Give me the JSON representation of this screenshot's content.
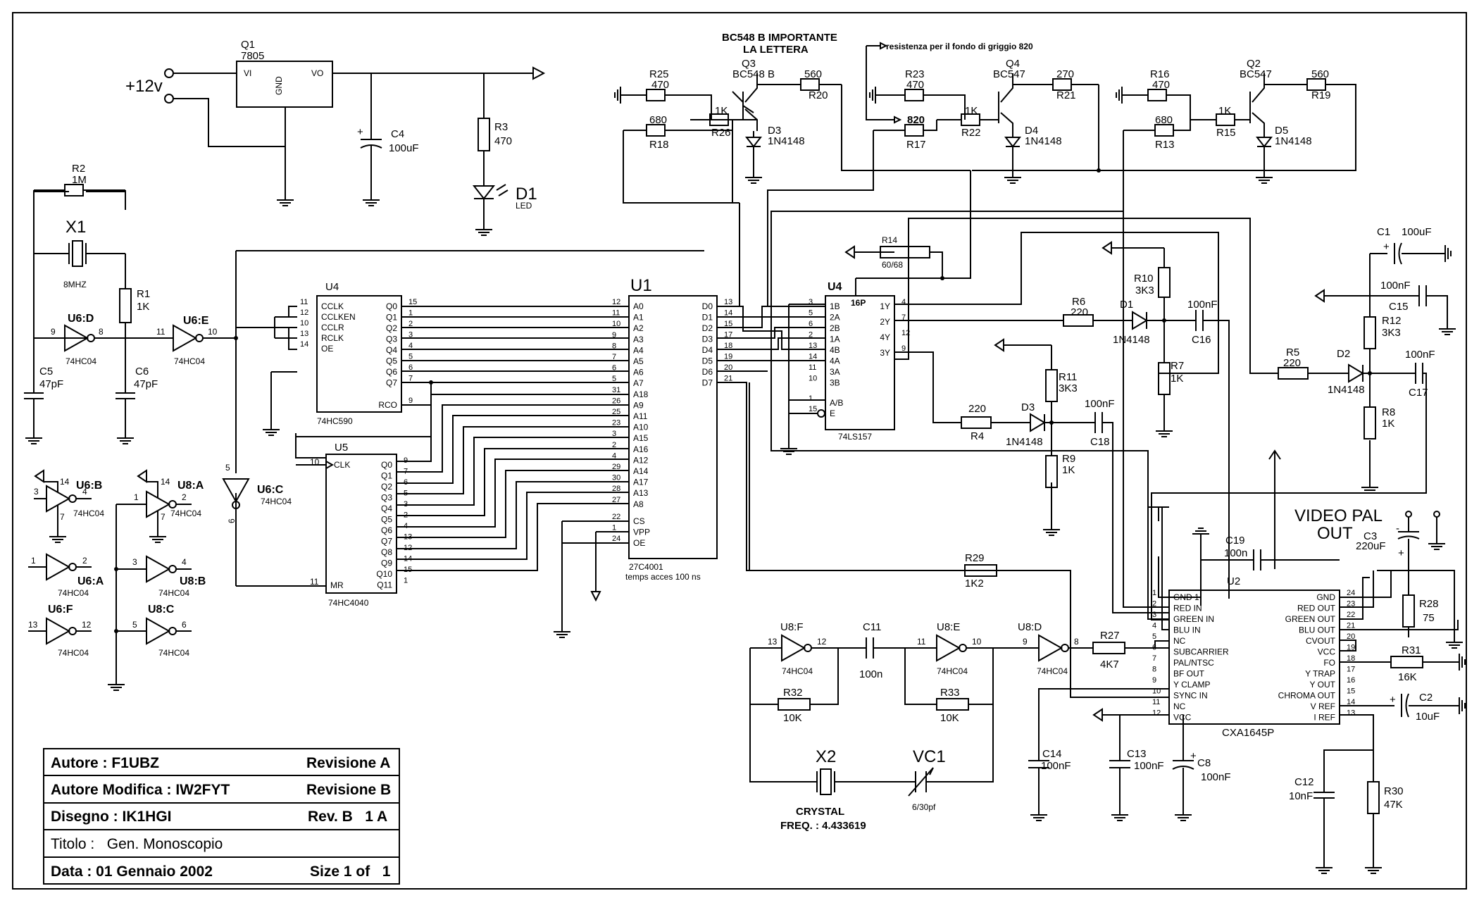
{
  "title_block": {
    "author": "Autore : F1UBZ",
    "rev_a": "Revisione A",
    "modifier": "Autore Modifica : IW2FYT",
    "rev_b": "Revisione B",
    "drawing": "Disegno : IK1HGI",
    "rev_b_1a": "Rev. B   1 A",
    "title": "Titolo :   Gen. Monoscopio",
    "date": "Data : 01 Gennaio 2002",
    "size": "Size 1 of   1"
  },
  "notes": {
    "bc548_line1": "BC548 B IMPORTANTE",
    "bc548_line2": "LA LETTERA",
    "grey": "resistenza per il fondo di griggio 820",
    "video_line1": "VIDEO PAL",
    "video_line2": "OUT",
    "supply": "+12v",
    "access": "temps acces 100 ns",
    "crystal": "CRYSTAL",
    "freq": "FREQ. : 4.433619"
  },
  "components": {
    "Q1": {
      "ref": "Q1",
      "value": "7805",
      "vi": "VI",
      "vo": "VO",
      "gnd": "GND"
    },
    "C4": {
      "ref": "C4",
      "value": "100uF"
    },
    "R3": {
      "ref": "R3",
      "value": "470"
    },
    "D1": {
      "ref": "D1",
      "value": "LED"
    },
    "R2": {
      "ref": "R2",
      "value": "1M"
    },
    "X1": {
      "ref": "X1",
      "value": "8MHZ"
    },
    "R1": {
      "ref": "R1",
      "value": "1K"
    },
    "C5": {
      "ref": "C5",
      "value": "47pF"
    },
    "C6": {
      "ref": "C6",
      "value": "47pF"
    },
    "R25": {
      "ref": "R25",
      "value": "470"
    },
    "R18": {
      "ref": "R18",
      "value": "680"
    },
    "R26": {
      "ref": "R26",
      "value": "1K"
    },
    "Q3": {
      "ref": "Q3",
      "value": "BC548 B"
    },
    "R20": {
      "ref": "R20",
      "value": "560"
    },
    "D3top": {
      "ref": "D3",
      "value": "1N4148"
    },
    "R23": {
      "ref": "R23",
      "value": "470"
    },
    "R17": {
      "ref": "R17",
      "value": "820"
    },
    "R22": {
      "ref": "R22",
      "value": "1K"
    },
    "Q4": {
      "ref": "Q4",
      "value": "BC547"
    },
    "R21": {
      "ref": "R21",
      "value": "270"
    },
    "D4": {
      "ref": "D4",
      "value": "1N4148"
    },
    "R16": {
      "ref": "R16",
      "value": "470"
    },
    "R13": {
      "ref": "R13",
      "value": "680"
    },
    "R15": {
      "ref": "R15",
      "value": "1K"
    },
    "Q2": {
      "ref": "Q2",
      "value": "BC547"
    },
    "R19": {
      "ref": "R19",
      "value": "560"
    },
    "D5": {
      "ref": "D5",
      "value": "1N4148"
    },
    "R14": {
      "ref": "R14",
      "value": "60/68"
    },
    "R10": {
      "ref": "R10",
      "value": "3K3"
    },
    "R6": {
      "ref": "R6",
      "value": "220"
    },
    "D1b": {
      "ref": "D1",
      "value": "1N4148"
    },
    "C16": {
      "ref": "C16",
      "value": "100nF"
    },
    "R7": {
      "ref": "R7",
      "value": "1K"
    },
    "R11": {
      "ref": "R11",
      "value": "3K3"
    },
    "R4": {
      "ref": "R4",
      "value": "220"
    },
    "D3b": {
      "ref": "D3",
      "value": "1N4148"
    },
    "C18": {
      "ref": "C18",
      "value": "100nF"
    },
    "R9": {
      "ref": "R9",
      "value": "1K"
    },
    "C1": {
      "ref": "C1",
      "value": "100uF"
    },
    "C15": {
      "ref": "C15",
      "value": "100nF"
    },
    "R12": {
      "ref": "R12",
      "value": "3K3"
    },
    "R5": {
      "ref": "R5",
      "value": "220"
    },
    "D2": {
      "ref": "D2",
      "value": "1N4148"
    },
    "C17": {
      "ref": "C17",
      "value": "100nF"
    },
    "R8": {
      "ref": "R8",
      "value": "1K"
    },
    "C3": {
      "ref": "C3",
      "value": "220uF"
    },
    "C19": {
      "ref": "C19",
      "value": "100n"
    },
    "R28": {
      "ref": "R28",
      "value": "75"
    },
    "R29": {
      "ref": "R29",
      "value": "1K2"
    },
    "R27": {
      "ref": "R27",
      "value": "4K7"
    },
    "R31": {
      "ref": "R31",
      "value": "16K"
    },
    "C2": {
      "ref": "C2",
      "value": "10uF"
    },
    "C11": {
      "ref": "C11",
      "value": "100n"
    },
    "R32": {
      "ref": "R32",
      "value": "10K"
    },
    "R33": {
      "ref": "R33",
      "value": "10K"
    },
    "X2": {
      "ref": "X2"
    },
    "VC1": {
      "ref": "VC1",
      "value": "6/30pf"
    },
    "C14": {
      "ref": "C14",
      "value": "100nF"
    },
    "C13": {
      "ref": "C13",
      "value": "100nF"
    },
    "C8": {
      "ref": "C8",
      "value": "100nF"
    },
    "C12": {
      "ref": "C12",
      "value": "10nF"
    },
    "R30": {
      "ref": "R30",
      "value": "47K"
    }
  },
  "gates": {
    "U6D": {
      "ref": "U6:D",
      "part": "74HC04",
      "in": "9",
      "out": "8"
    },
    "U6E": {
      "ref": "U6:E",
      "part": "74HC04",
      "in": "11",
      "out": "10"
    },
    "U6C": {
      "ref": "U6:C",
      "part": "74HC04",
      "in": "5",
      "out": "6"
    },
    "U6B": {
      "ref": "U6:B",
      "part": "74HC04",
      "in": "3",
      "out": "4",
      "vcc": "14",
      "gnd": "7"
    },
    "U6A": {
      "ref": "U6:A",
      "part": "74HC04",
      "in": "1",
      "out": "2"
    },
    "U6F": {
      "ref": "U6:F",
      "part": "74HC04",
      "in": "13",
      "out": "12"
    },
    "U8A": {
      "ref": "U8:A",
      "part": "74HC04",
      "in": "1",
      "out": "2",
      "vcc": "14",
      "gnd": "7"
    },
    "U8B": {
      "ref": "U8:B",
      "part": "74HC04",
      "in": "3",
      "out": "4"
    },
    "U8C": {
      "ref": "U8:C",
      "part": "74HC04",
      "in": "5",
      "out": "6"
    },
    "U8F": {
      "ref": "U8:F",
      "part": "74HC04",
      "in": "13",
      "out": "12"
    },
    "U8E": {
      "ref": "U8:E",
      "part": "74HC04",
      "in": "11",
      "out": "10"
    },
    "U8D": {
      "ref": "U8:D",
      "part": "74HC04",
      "in": "9",
      "out": "8"
    }
  },
  "ics": {
    "U4a": {
      "ref": "U4",
      "part": "74HC590",
      "left_pins": [
        "CCLK",
        "CCLKEN",
        "CCLR",
        "RCLK",
        "OE"
      ],
      "left_nums": [
        "11",
        "12",
        "10",
        "13",
        "14"
      ],
      "right_pins": [
        "Q0",
        "Q1",
        "Q2",
        "Q3",
        "Q4",
        "Q5",
        "Q6",
        "Q7",
        "RCO"
      ],
      "right_nums": [
        "15",
        "1",
        "2",
        "3",
        "4",
        "5",
        "6",
        "7",
        "9"
      ]
    },
    "U5": {
      "ref": "U5",
      "part": "74HC4040",
      "clk": "CLK",
      "clk_num": "10",
      "mr": "MR",
      "mr_num": "11",
      "right_pins": [
        "Q0",
        "Q1",
        "Q2",
        "Q3",
        "Q4",
        "Q5",
        "Q6",
        "Q7",
        "Q8",
        "Q9",
        "Q10",
        "Q11"
      ],
      "right_nums": [
        "9",
        "7",
        "6",
        "5",
        "3",
        "2",
        "4",
        "13",
        "12",
        "14",
        "15",
        "1"
      ]
    },
    "U1": {
      "ref": "U1",
      "part": "27C4001",
      "left_pins": [
        "A0",
        "A1",
        "A2",
        "A3",
        "A4",
        "A5",
        "A6",
        "A7",
        "A18",
        "A9",
        "A11",
        "A10",
        "A15",
        "A16",
        "A12",
        "A14",
        "A17",
        "A13",
        "A8",
        "CS",
        "VPP",
        "OE"
      ],
      "left_nums": [
        "12",
        "11",
        "10",
        "9",
        "8",
        "7",
        "6",
        "5",
        "31",
        "26",
        "25",
        "23",
        "3",
        "2",
        "4",
        "29",
        "30",
        "28",
        "27",
        "22",
        "1",
        "24"
      ],
      "right_pins": [
        "D0",
        "D1",
        "D2",
        "D3",
        "D4",
        "D5",
        "D6",
        "D7"
      ],
      "right_nums": [
        "13",
        "14",
        "15",
        "17",
        "18",
        "19",
        "20",
        "21"
      ]
    },
    "U4b": {
      "ref": "U4",
      "part": "74LS157",
      "note": "16P",
      "left_pins": [
        "1B",
        "2A",
        "2B",
        "1A",
        "4B",
        "4A",
        "3A",
        "3B",
        "A/B",
        "E"
      ],
      "left_nums": [
        "3",
        "5",
        "6",
        "2",
        "13",
        "14",
        "11",
        "10",
        "1",
        "15"
      ],
      "right_pins": [
        "1Y",
        "2Y",
        "4Y",
        "3Y"
      ],
      "right_nums": [
        "4",
        "7",
        "12",
        "9"
      ]
    },
    "U2": {
      "ref": "U2",
      "part": "CXA1645P",
      "left_pins": [
        "GND 1",
        "RED IN",
        "GREEN IN",
        "BLU IN",
        "NC",
        "SUBCARRIER",
        "PAL/NTSC",
        "BF OUT",
        "Y CLAMP",
        "SYNC IN",
        "NC",
        "VCC"
      ],
      "left_nums": [
        "1",
        "2",
        "3",
        "4",
        "5",
        "6",
        "7",
        "8",
        "9",
        "10",
        "11",
        "12"
      ],
      "right_pins": [
        "GND",
        "RED OUT",
        "GREEN OUT",
        "BLU OUT",
        "CVOUT",
        "VCC",
        "FO",
        "Y TRAP",
        "Y OUT",
        "CHROMA OUT",
        "V REF",
        "I REF"
      ],
      "right_nums": [
        "24",
        "23",
        "22",
        "21",
        "20",
        "19",
        "18",
        "17",
        "16",
        "15",
        "14",
        "13"
      ]
    }
  }
}
